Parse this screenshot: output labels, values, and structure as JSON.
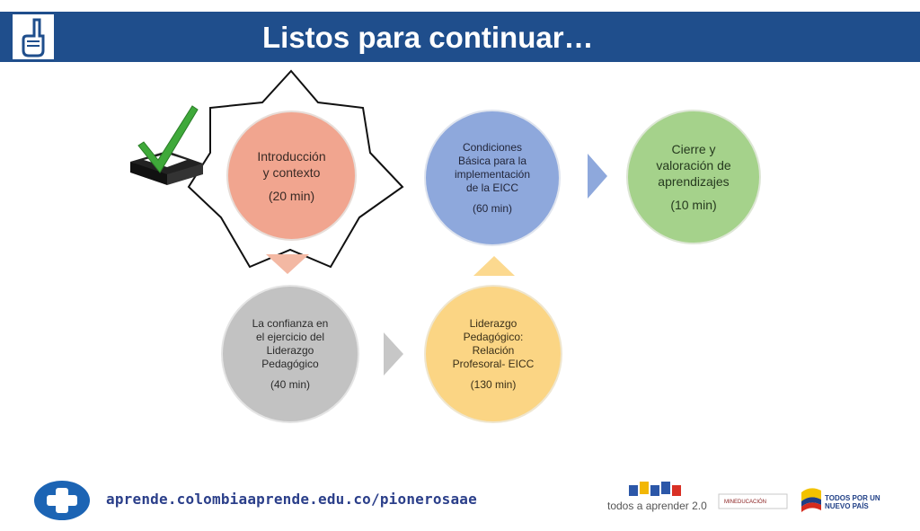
{
  "header": {
    "title": "Listos para continuar…",
    "icon": "hand-number-one-icon",
    "background_color": "#1f4e8c"
  },
  "diagram": {
    "steps": [
      {
        "label": "Introducción\ny contexto",
        "duration": "(20 min)",
        "color": "#f1a58f",
        "highlighted": true,
        "completed": true
      },
      {
        "label": "La confianza en\nel ejercicio del\nLiderazgo\nPedagógico",
        "duration": "(40 min)",
        "color": "#c2c2c2"
      },
      {
        "label": "Liderazgo\nPedagógico:\nRelación\nProfesoral- EICC",
        "duration": "(130 min)",
        "color": "#fbd584"
      },
      {
        "label": "Condiciones\nBásica para la\nimplementación\nde la EICC",
        "duration": "(60 min)",
        "color": "#8ea8dc"
      },
      {
        "label": "Cierre y\nvaloración de\naprendizajes",
        "duration": "(10 min)",
        "color": "#a5d28b"
      }
    ]
  },
  "footer": {
    "url": "aprende.colombiaaprende.edu.co/pionerosaae",
    "logo_1": "todos a aprender 2.0",
    "logo_2": "MINEDUCACIÓN",
    "logo_3": "TODOS POR UN NUEVO PAÍS"
  }
}
